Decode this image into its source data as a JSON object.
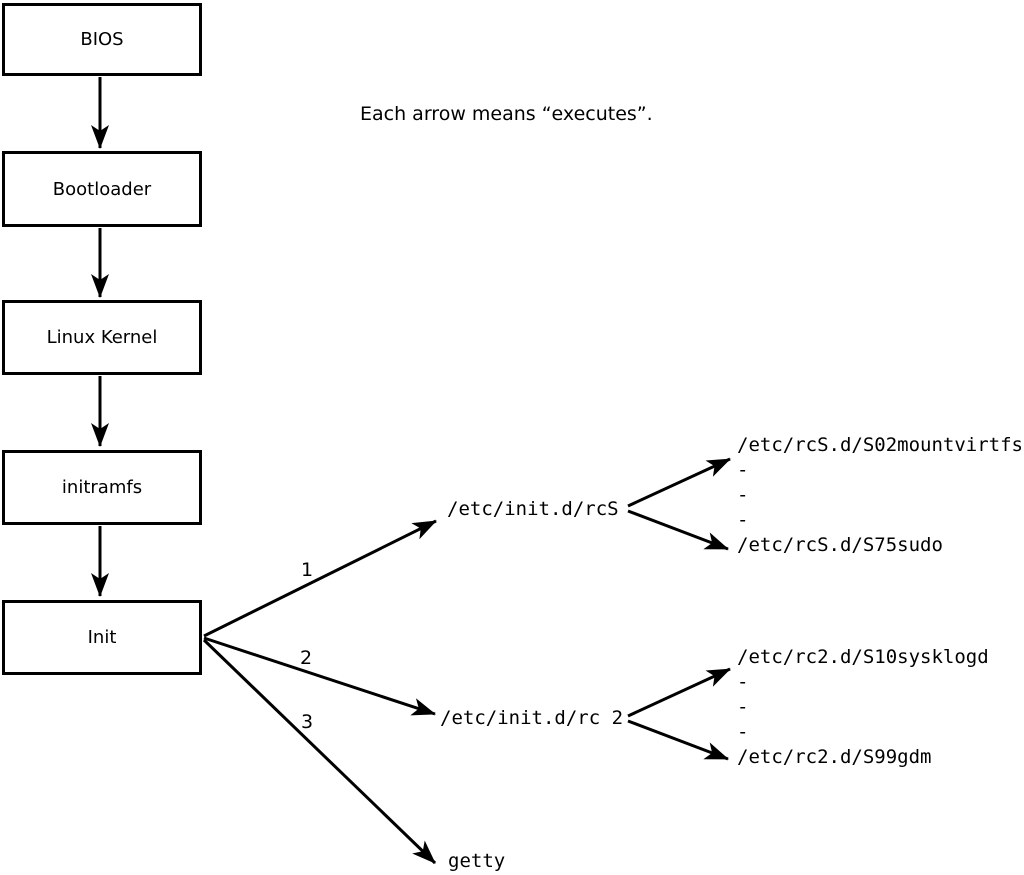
{
  "note": "Each arrow means “executes”.",
  "boxes": [
    {
      "label": "BIOS"
    },
    {
      "label": "Bootloader"
    },
    {
      "label": "Linux Kernel"
    },
    {
      "label": "initramfs"
    },
    {
      "label": "Init"
    }
  ],
  "fanout": [
    {
      "num": "1",
      "target": "/etc/init.d/rcS"
    },
    {
      "num": "2",
      "target": "/etc/init.d/rc 2"
    },
    {
      "num": "3",
      "target": "getty"
    }
  ],
  "rcS_scripts": [
    "/etc/rcS.d/S02mountvirtfs",
    "-",
    "-",
    "-",
    "/etc/rcS.d/S75sudo"
  ],
  "rc2_scripts": [
    "/etc/rc2.d/S10sysklogd",
    "-",
    "-",
    "-",
    "/etc/rc2.d/S99gdm"
  ],
  "colors": {
    "line": "#000000",
    "background": "#ffffff"
  }
}
